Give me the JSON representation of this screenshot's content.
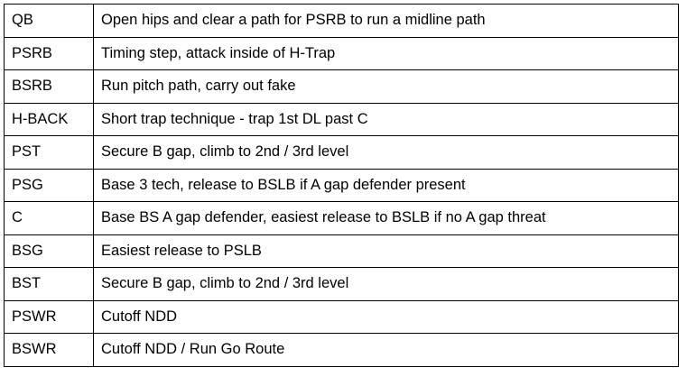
{
  "rows": [
    {
      "position": "QB",
      "assignment": "Open hips and clear a path for PSRB to run a midline path"
    },
    {
      "position": "PSRB",
      "assignment": "Timing step, attack inside of H-Trap"
    },
    {
      "position": "BSRB",
      "assignment": "Run pitch path, carry out fake"
    },
    {
      "position": "H-BACK",
      "assignment": "Short trap technique - trap 1st DL past C"
    },
    {
      "position": "PST",
      "assignment": "Secure B gap, climb to 2nd / 3rd level"
    },
    {
      "position": "PSG",
      "assignment": "Base 3 tech, release to BSLB if A gap defender present"
    },
    {
      "position": "C",
      "assignment": "Base BS A gap defender, easiest release to BSLB if no A gap threat"
    },
    {
      "position": "BSG",
      "assignment": "Easiest release to PSLB"
    },
    {
      "position": "BST",
      "assignment": "Secure B gap, climb to 2nd / 3rd level"
    },
    {
      "position": "PSWR",
      "assignment": "Cutoff NDD"
    },
    {
      "position": "BSWR",
      "assignment": "Cutoff NDD / Run Go Route"
    }
  ]
}
